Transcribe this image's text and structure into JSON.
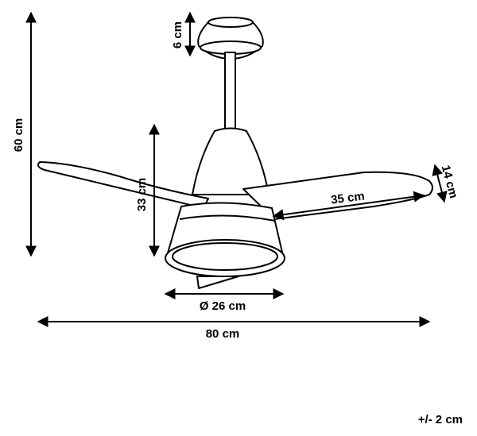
{
  "dimensions": {
    "canopy_height": "6 cm",
    "total_height": "60 cm",
    "body_height": "33 cm",
    "blade_width": "14 cm",
    "blade_length": "35 cm",
    "diameter": "Ø 26 cm",
    "total_width": "80 cm"
  },
  "tolerance": "+/- 2 cm"
}
